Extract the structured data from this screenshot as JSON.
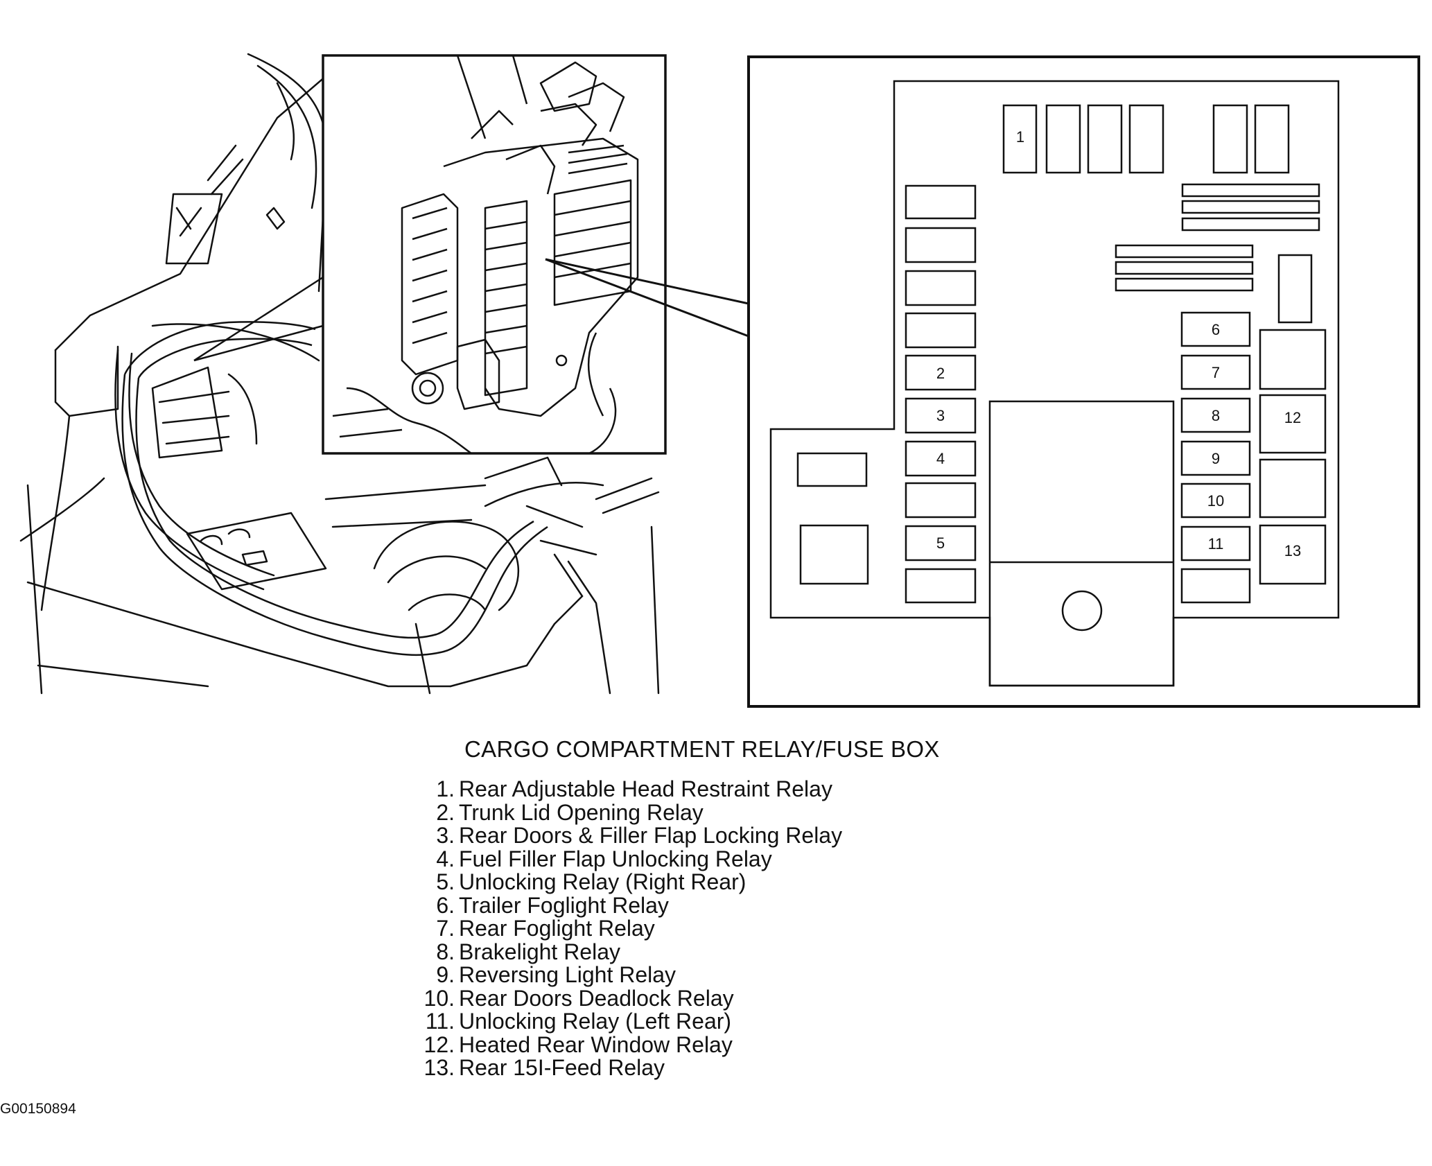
{
  "diagram": {
    "title": "CARGO COMPARTMENT RELAY/FUSE BOX",
    "document_id": "G00150894",
    "legend": [
      {
        "number": "1.",
        "label": "Rear Adjustable Head Restraint Relay"
      },
      {
        "number": "2.",
        "label": "Trunk Lid Opening Relay"
      },
      {
        "number": "3.",
        "label": "Rear Doors & Filler Flap Locking Relay"
      },
      {
        "number": "4.",
        "label": "Fuel Filler Flap Unlocking Relay"
      },
      {
        "number": "5.",
        "label": "Unlocking Relay (Right Rear)"
      },
      {
        "number": "6.",
        "label": "Trailer Foglight Relay"
      },
      {
        "number": "7.",
        "label": "Rear Foglight Relay"
      },
      {
        "number": "8.",
        "label": "Brakelight Relay"
      },
      {
        "number": "9.",
        "label": "Reversing Light Relay"
      },
      {
        "number": "10.",
        "label": "Rear Doors Deadlock Relay"
      },
      {
        "number": "11.",
        "label": "Unlocking Relay (Left Rear)"
      },
      {
        "number": "12.",
        "label": "Heated Rear Window Relay"
      },
      {
        "number": "13.",
        "label": "Rear 15I-Feed Relay"
      }
    ],
    "box_labels": {
      "r1": "1",
      "r2": "2",
      "r3": "3",
      "r4": "4",
      "r5": "5",
      "r6": "6",
      "r7": "7",
      "r8": "8",
      "r9": "9",
      "r10": "10",
      "r11": "11",
      "r12": "12",
      "r13": "13"
    }
  }
}
